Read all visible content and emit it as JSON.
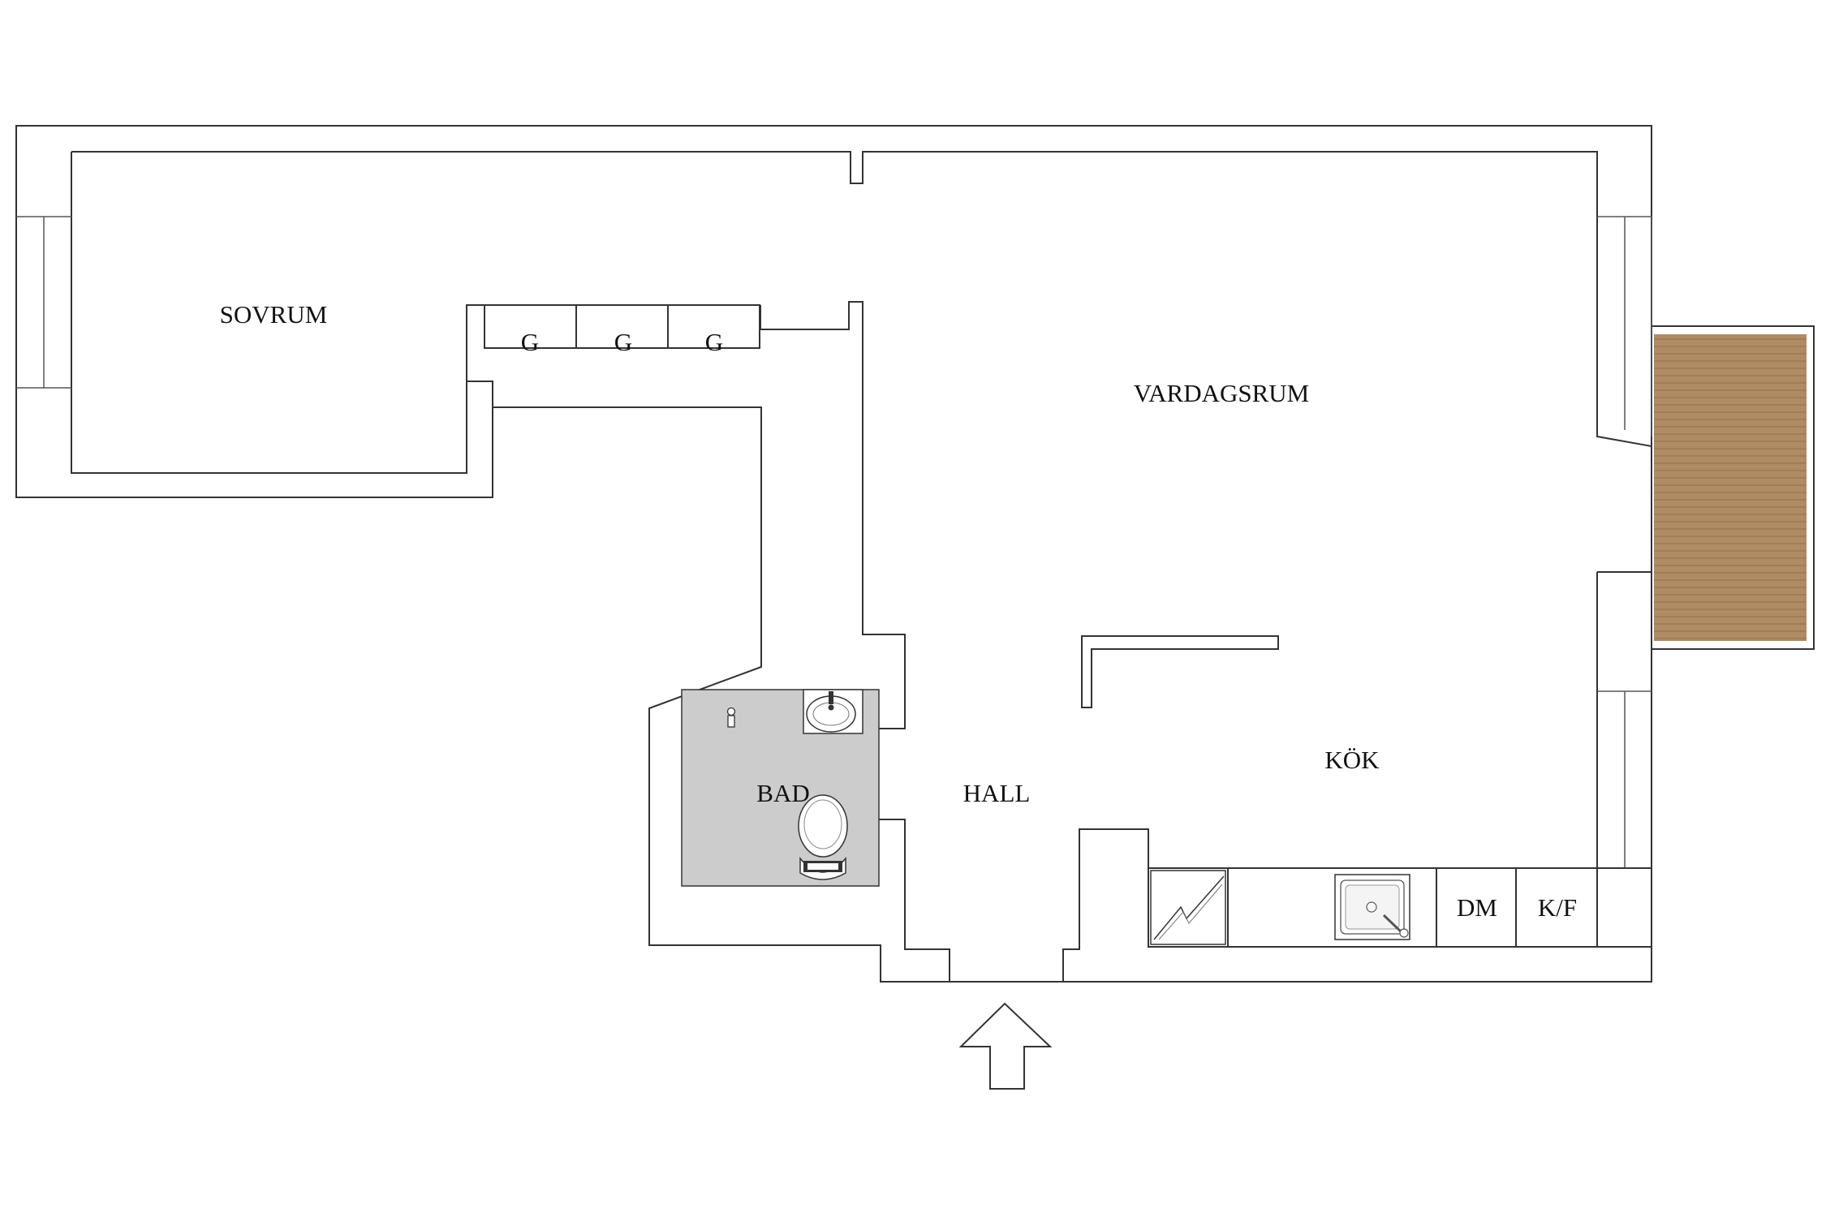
{
  "rooms": {
    "sovrum": "SOVRUM",
    "vardagsrum": "VARDAGSRUM",
    "kok": "KÖK",
    "hall": "HALL",
    "bad": "BAD"
  },
  "wardrobes": [
    "G",
    "G",
    "G"
  ],
  "kitchen_units": {
    "dishwasher": "DM",
    "fridge_freezer": "K/F"
  },
  "colors": {
    "wall_stroke": "#333333",
    "bathroom_floor": "#cccccc",
    "balcony_wood": "#b08c64",
    "background": "#ffffff"
  },
  "icons": [
    "stove-icon",
    "sink-icon",
    "washbasin-icon",
    "toilet-icon",
    "faucet-icon",
    "entrance-arrow-icon"
  ]
}
